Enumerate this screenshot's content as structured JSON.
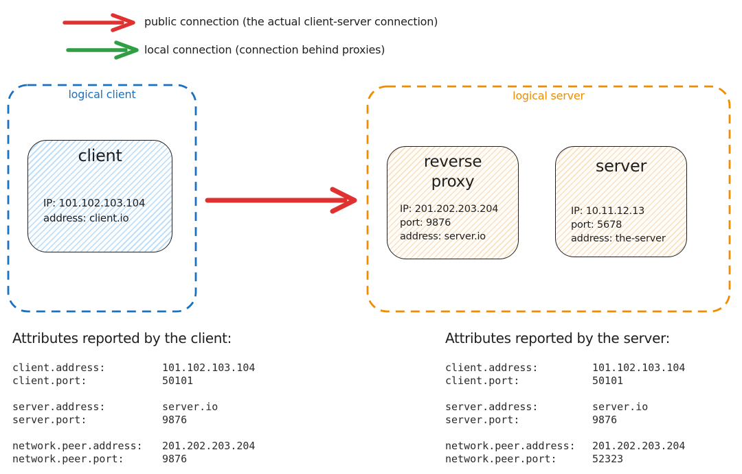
{
  "colors": {
    "ink": "#1e1e1e",
    "public_connection_red": "#e03131",
    "local_connection_green": "#2f9e44",
    "logical_client_blue": "#1971c2",
    "logical_server_orange": "#f08c00"
  },
  "legend": {
    "items": [
      {
        "name": "public-connection",
        "label": "public connection (the actual client-server connection)"
      },
      {
        "name": "local-connection",
        "label": "local connection (connection behind proxies)"
      }
    ]
  },
  "diagram": {
    "logical_client": {
      "label": "logical client",
      "client_node": {
        "title": "client",
        "lines": [
          "IP: 101.102.103.104",
          "address: client.io"
        ]
      }
    },
    "logical_server": {
      "label": "logical server",
      "proxy_node": {
        "title": "reverse proxy",
        "lines": [
          "IP: 201.202.203.204",
          "port: 9876",
          "address: server.io"
        ]
      },
      "server_node": {
        "title": "server",
        "lines": [
          "IP: 10.11.12.13",
          "port: 5678",
          "address: the-server"
        ]
      }
    }
  },
  "client_attributes": {
    "heading": "Attributes reported by the client:",
    "rows": [
      {
        "key": "client.address:",
        "value": "101.102.103.104"
      },
      {
        "key": "client.port:",
        "value": "50101"
      },
      {
        "key": "server.address:",
        "value": "server.io"
      },
      {
        "key": "server.port:",
        "value": "9876"
      },
      {
        "key": "network.peer.address:",
        "value": "201.202.203.204"
      },
      {
        "key": "network.peer.port:",
        "value": "9876"
      }
    ]
  },
  "server_attributes": {
    "heading": "Attributes reported by the server:",
    "rows": [
      {
        "key": "client.address:",
        "value": "101.102.103.104"
      },
      {
        "key": "client.port:",
        "value": "50101"
      },
      {
        "key": "server.address:",
        "value": "server.io"
      },
      {
        "key": "server.port:",
        "value": "9876"
      },
      {
        "key": "network.peer.address:",
        "value": "201.202.203.204"
      },
      {
        "key": "network.peer.port:",
        "value": "52323"
      }
    ]
  }
}
